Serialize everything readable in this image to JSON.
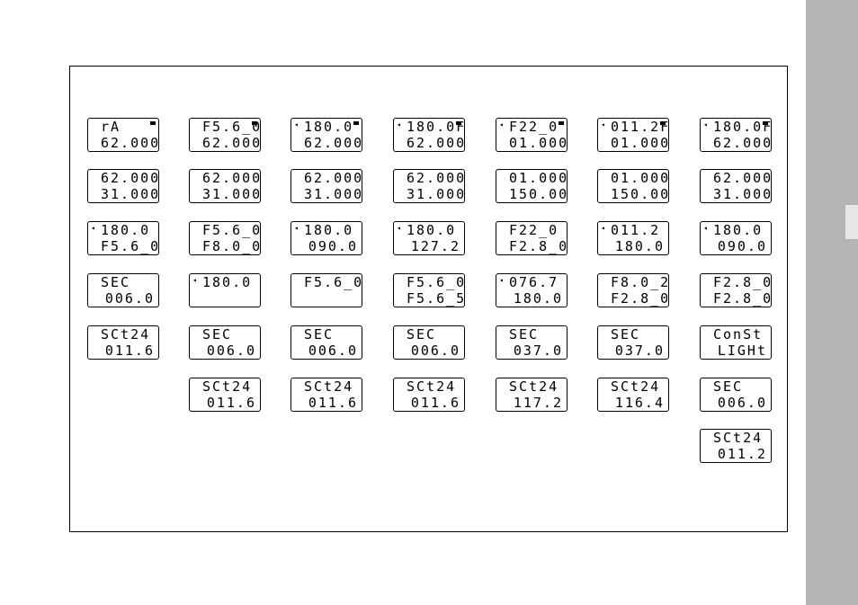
{
  "arrow_glyph": "◂",
  "columns": [
    [
      {
        "top": "rA",
        "bottom": "62.000",
        "arrow": false,
        "flag": true
      },
      {
        "top": "62.000",
        "bottom": "31.000",
        "arrow": false,
        "flag": false
      },
      {
        "top": "180.0",
        "bottom": "F5.6_0",
        "arrow": true,
        "flag": false
      },
      {
        "top": "SEC",
        "bottom": "006.0",
        "arrow": false,
        "flag": false
      },
      {
        "top": "SCt24",
        "bottom": "011.6",
        "arrow": false,
        "flag": false
      }
    ],
    [
      {
        "top": "F5.6_0",
        "bottom": "62.000",
        "arrow": false,
        "flag": true
      },
      {
        "top": "62.000",
        "bottom": "31.000",
        "arrow": false,
        "flag": false
      },
      {
        "top": "F5.6_0",
        "bottom": "F8.0_0",
        "arrow": false,
        "flag": false
      },
      {
        "top": "180.0",
        "bottom": "",
        "arrow": true,
        "flag": false
      },
      {
        "top": "SEC",
        "bottom": "006.0",
        "arrow": false,
        "flag": false
      },
      {
        "top": "SCt24",
        "bottom": "011.6",
        "arrow": false,
        "flag": false
      }
    ],
    [
      {
        "top": "180.0",
        "bottom": "62.000",
        "arrow": true,
        "flag": true
      },
      {
        "top": "62.000",
        "bottom": "31.000",
        "arrow": false,
        "flag": false
      },
      {
        "top": "180.0",
        "bottom": "090.0",
        "arrow": true,
        "flag": false
      },
      {
        "top": "F5.6_0",
        "bottom": "",
        "arrow": false,
        "flag": false
      },
      {
        "top": "SEC",
        "bottom": "006.0",
        "arrow": false,
        "flag": false
      },
      {
        "top": "SCt24",
        "bottom": "011.6",
        "arrow": false,
        "flag": false
      }
    ],
    [
      {
        "top": "180.0F",
        "bottom": "62.000",
        "arrow": true,
        "flag": true
      },
      {
        "top": "62.000",
        "bottom": "31.000",
        "arrow": false,
        "flag": false
      },
      {
        "top": "180.0",
        "bottom": "127.2",
        "arrow": true,
        "flag": false
      },
      {
        "top": "F5.6_0",
        "bottom": "F5.6_5",
        "arrow": false,
        "flag": false
      },
      {
        "top": "SEC",
        "bottom": "006.0",
        "arrow": false,
        "flag": false
      },
      {
        "top": "SCt24",
        "bottom": "011.6",
        "arrow": false,
        "flag": false
      }
    ],
    [
      {
        "top": "F22_0",
        "bottom": "01.000",
        "arrow": true,
        "flag": true
      },
      {
        "top": "01.000",
        "bottom": "150.00",
        "arrow": false,
        "flag": false
      },
      {
        "top": "F22_0",
        "bottom": "F2.8_0",
        "arrow": false,
        "flag": false
      },
      {
        "top": "076.7",
        "bottom": "180.0",
        "arrow": true,
        "flag": false
      },
      {
        "top": "SEC",
        "bottom": "037.0",
        "arrow": false,
        "flag": false
      },
      {
        "top": "SCt24",
        "bottom": "117.2",
        "arrow": false,
        "flag": false
      }
    ],
    [
      {
        "top": "011.2F",
        "bottom": "01.000",
        "arrow": true,
        "flag": true
      },
      {
        "top": "01.000",
        "bottom": "150.00",
        "arrow": false,
        "flag": false
      },
      {
        "top": "011.2",
        "bottom": "180.0",
        "arrow": true,
        "flag": false
      },
      {
        "top": "F8.0_2",
        "bottom": "F2.8_0",
        "arrow": false,
        "flag": false
      },
      {
        "top": "SEC",
        "bottom": "037.0",
        "arrow": false,
        "flag": false
      },
      {
        "top": "SCt24",
        "bottom": "116.4",
        "arrow": false,
        "flag": false
      }
    ],
    [
      {
        "top": "180.0F",
        "bottom": "62.000",
        "arrow": true,
        "flag": true
      },
      {
        "top": "62.000",
        "bottom": "31.000",
        "arrow": false,
        "flag": false
      },
      {
        "top": "180.0",
        "bottom": "090.0",
        "arrow": true,
        "flag": false
      },
      {
        "top": "F2.8_0",
        "bottom": "F2.8_0",
        "arrow": false,
        "flag": false
      },
      {
        "top": "ConSt",
        "bottom": "LIGHt",
        "arrow": false,
        "flag": false
      },
      {
        "top": "SEC",
        "bottom": "006.0",
        "arrow": false,
        "flag": false
      },
      {
        "top": "SCt24",
        "bottom": "011.2",
        "arrow": false,
        "flag": false
      }
    ]
  ]
}
